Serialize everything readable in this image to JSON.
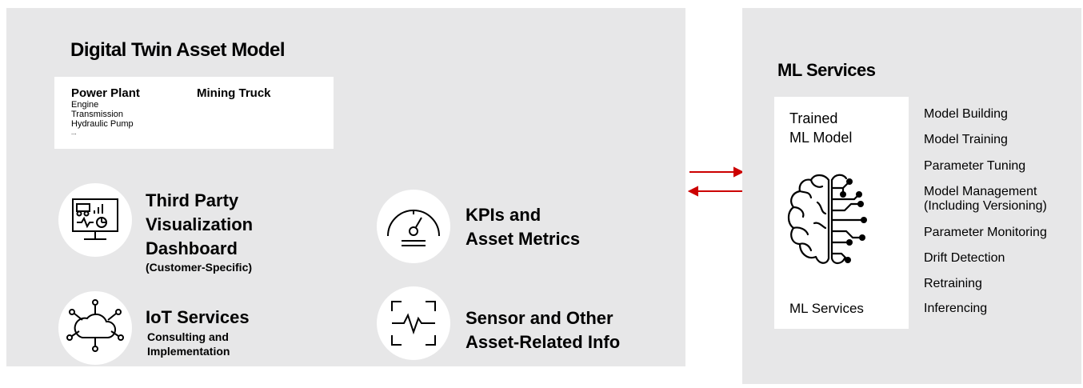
{
  "left": {
    "title": "Digital Twin Asset Model",
    "assets": {
      "col1_title": "Power Plant",
      "col1_items": [
        "Engine",
        "Transmission",
        "Hydraulic Pump",
        "..."
      ],
      "col2_title": "Mining Truck"
    },
    "features": [
      {
        "icon": "dashboard-monitor-icon",
        "lines": [
          "Third Party",
          "Visualization",
          "Dashboard"
        ],
        "sub": "(Customer-Specific)"
      },
      {
        "icon": "cloud-network-icon",
        "title": "IoT Services",
        "sub_lines": [
          "Consulting and",
          "Implementation"
        ]
      },
      {
        "icon": "gauge-icon",
        "lines": [
          "KPIs and",
          "Asset Metrics"
        ]
      },
      {
        "icon": "sensor-pulse-icon",
        "lines": [
          "Sensor and Other",
          "Asset-Related Info"
        ]
      }
    ]
  },
  "arrows": {
    "color": "#cc0000"
  },
  "right": {
    "title": "ML Services",
    "card": {
      "top_lines": [
        "Trained",
        "ML Model"
      ],
      "icon": "brain-circuit-icon",
      "bottom": "ML Services"
    },
    "list": [
      "Model Building",
      "Model Training",
      "Parameter Tuning",
      "Model Management",
      "(Including Versioning)",
      "Parameter Monitoring",
      "Drift Detection",
      "Retraining",
      "Inferencing"
    ]
  }
}
